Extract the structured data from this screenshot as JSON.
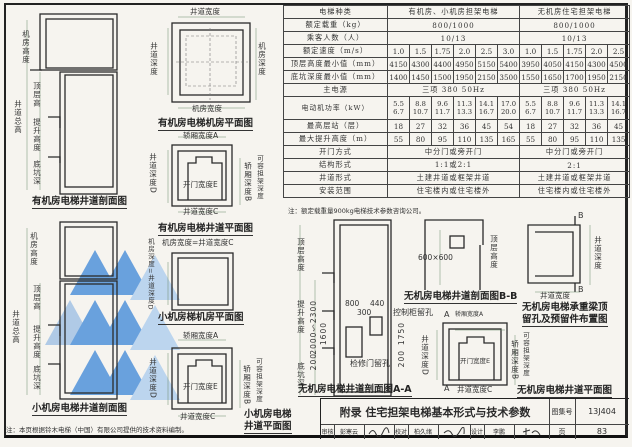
{
  "spec_table": {
    "header_label": "电梯种类",
    "groups": [
      "有机房、小机房担架电梯",
      "无机房住宅担架电梯"
    ],
    "rows": [
      {
        "label": "额定载重（kg）",
        "merged": [
          "800/1000",
          "800/1000"
        ]
      },
      {
        "label": "乘客人数（人）",
        "merged": [
          "10/13",
          "10/13"
        ]
      },
      {
        "label": "额定速度（m/s）",
        "values": [
          "1.0",
          "1.5",
          "1.75",
          "2.0",
          "2.5",
          "3.0",
          "1.0",
          "1.5",
          "1.75",
          "2.0",
          "2.5"
        ]
      },
      {
        "label": "顶层高度最小值（mm）",
        "values": [
          "4150",
          "4300",
          "4400",
          "4950",
          "5150",
          "5400",
          "3950",
          "4050",
          "4150",
          "4300",
          "4500"
        ]
      },
      {
        "label": "底坑深度最小值（mm）",
        "values": [
          "1400",
          "1450",
          "1500",
          "1950",
          "2150",
          "3500",
          "1550",
          "1650",
          "1700",
          "1950",
          "2150"
        ]
      },
      {
        "label": "主电源",
        "merged": [
          "三项 380 50Hz",
          "三项 380 50Hz"
        ]
      },
      {
        "label": "电动机功率（kW）",
        "power": true,
        "values": [
          "5.5 6.7",
          "8.8 10.7",
          "9.6 11.7",
          "11.3 13.3",
          "14.1 16.7",
          "17.0 20.0",
          "5.5 6.7",
          "8.8 10.7",
          "9.6 11.7",
          "11.3 13.3",
          "14.1 16.7"
        ]
      },
      {
        "label": "最高层站（层）",
        "values": [
          "18",
          "27",
          "32",
          "36",
          "45",
          "54",
          "18",
          "27",
          "32",
          "36",
          "45"
        ]
      },
      {
        "label": "最大提升高度（m）",
        "values": [
          "55",
          "80",
          "95",
          "110",
          "135",
          "165",
          "55",
          "80",
          "95",
          "110",
          "135"
        ]
      },
      {
        "label": "开门方式",
        "merged": [
          "中分门或旁开门",
          "中分门或旁开门"
        ]
      },
      {
        "label": "结构形式",
        "merged": [
          "1:1或2:1",
          "2:1"
        ]
      },
      {
        "label": "井道形式",
        "merged": [
          "土建井道或框架井道",
          "土建井道或框架井道"
        ]
      },
      {
        "label": "安装范围",
        "merged": [
          "住宅楼内或住宅楼外",
          "住宅楼内或住宅楼外"
        ]
      }
    ],
    "note": "注：额定载重量900kg电梯技术参数咨询公司。"
  },
  "drawings": {
    "mr_section": {
      "caption": "有机房电梯井道剖面图",
      "mr_height": "机房高度",
      "total": "井道总高",
      "top": "顶层高",
      "travel": "提升高度",
      "pit": "底坑深"
    },
    "mr_room_plan": {
      "caption": "有机房电梯机房平面图",
      "shaft_width": "井道宽度",
      "shaft_depth": "井道深度",
      "room_depth": "机房深度",
      "room_width": "机房宽度"
    },
    "mr_shaft_plan": {
      "caption": "有机房电梯井道平面图",
      "car_width": "轿厢宽度A",
      "shaft_depth": "井道深度D",
      "door_width": "开门宽度E",
      "car_depth": "轿厢深度B",
      "stretcher_depth": "可容担架深度",
      "shaft_width": "井道宽度C"
    },
    "smr_room_plan": {
      "caption": "小机房梯机房平面图",
      "room_width": "机房宽度=井道宽度C",
      "room_depth": "机房深度=井道深度D"
    },
    "smr_section": {
      "caption": "小机房电梯井道剖面图",
      "mr_height": "机房高度",
      "total": "井道总高",
      "top": "顶层高",
      "travel": "提升高度",
      "pit": "底坑深"
    },
    "smr_shaft_plan": {
      "caption_1": "小机房电梯",
      "caption_2": "井道平面图",
      "car_width": "轿厢宽度A",
      "shaft_depth": "井道深度D",
      "door_width": "开门宽度E",
      "car_depth": "轿厢深度B",
      "stretcher_depth": "可容担架深度",
      "shaft_width": "井道宽度C"
    },
    "mrl_section_aa": {
      "caption": "无机房电梯井道剖面图A-A",
      "top": "顶层高度",
      "travel": "提升高度",
      "pit": "底坑深",
      "d800": "800",
      "d440": "440",
      "d300": "300",
      "d2000": "2000～2300",
      "d1600": "1600",
      "d200a": "200",
      "d1750": "1750",
      "d200b": "200",
      "ctrl_hole": "控制柜留孔",
      "access_hole": "检修门留孔"
    },
    "mrl_section_bb": {
      "caption": "无机房电梯井道剖面图B-B",
      "hole": "600×600",
      "top": "顶层高度"
    },
    "mrl_beam_plan": {
      "caption_1": "无机房电梯承重梁顶",
      "caption_2": "留孔及预留件布置图",
      "shaft_width": "井道宽度",
      "shaft_depth": "井道深度",
      "mark_b": "B"
    },
    "mrl_shaft_plan": {
      "caption": "无机房电梯井道平面图",
      "mark_a": "A",
      "car_width": "轿厢宽度A",
      "shaft_depth": "井道深度D",
      "door_width": "开门宽度E",
      "car_depth": "轿厢深度B",
      "stretcher_depth": "可容担架深度",
      "shaft_width": "井道宽度C"
    }
  },
  "page_note": "注：本页根据铃木电梯（中国）有限公司提供的技术资料编制。",
  "title_block": {
    "title": "附录  住宅担架电梯基本形式与技术参数",
    "atlas_no_label": "图集号",
    "atlas_no": "13J404",
    "review_label": "审核",
    "reviewer": "彭寒云",
    "check_label": "校对",
    "checker": "柏久绪",
    "design_label": "设计",
    "designer": "李鹏",
    "page_label": "页",
    "page": "83"
  },
  "colors": {
    "watermark": "#3b86d8",
    "line": "#2a2a2a",
    "paper": "#f6f4ef"
  }
}
